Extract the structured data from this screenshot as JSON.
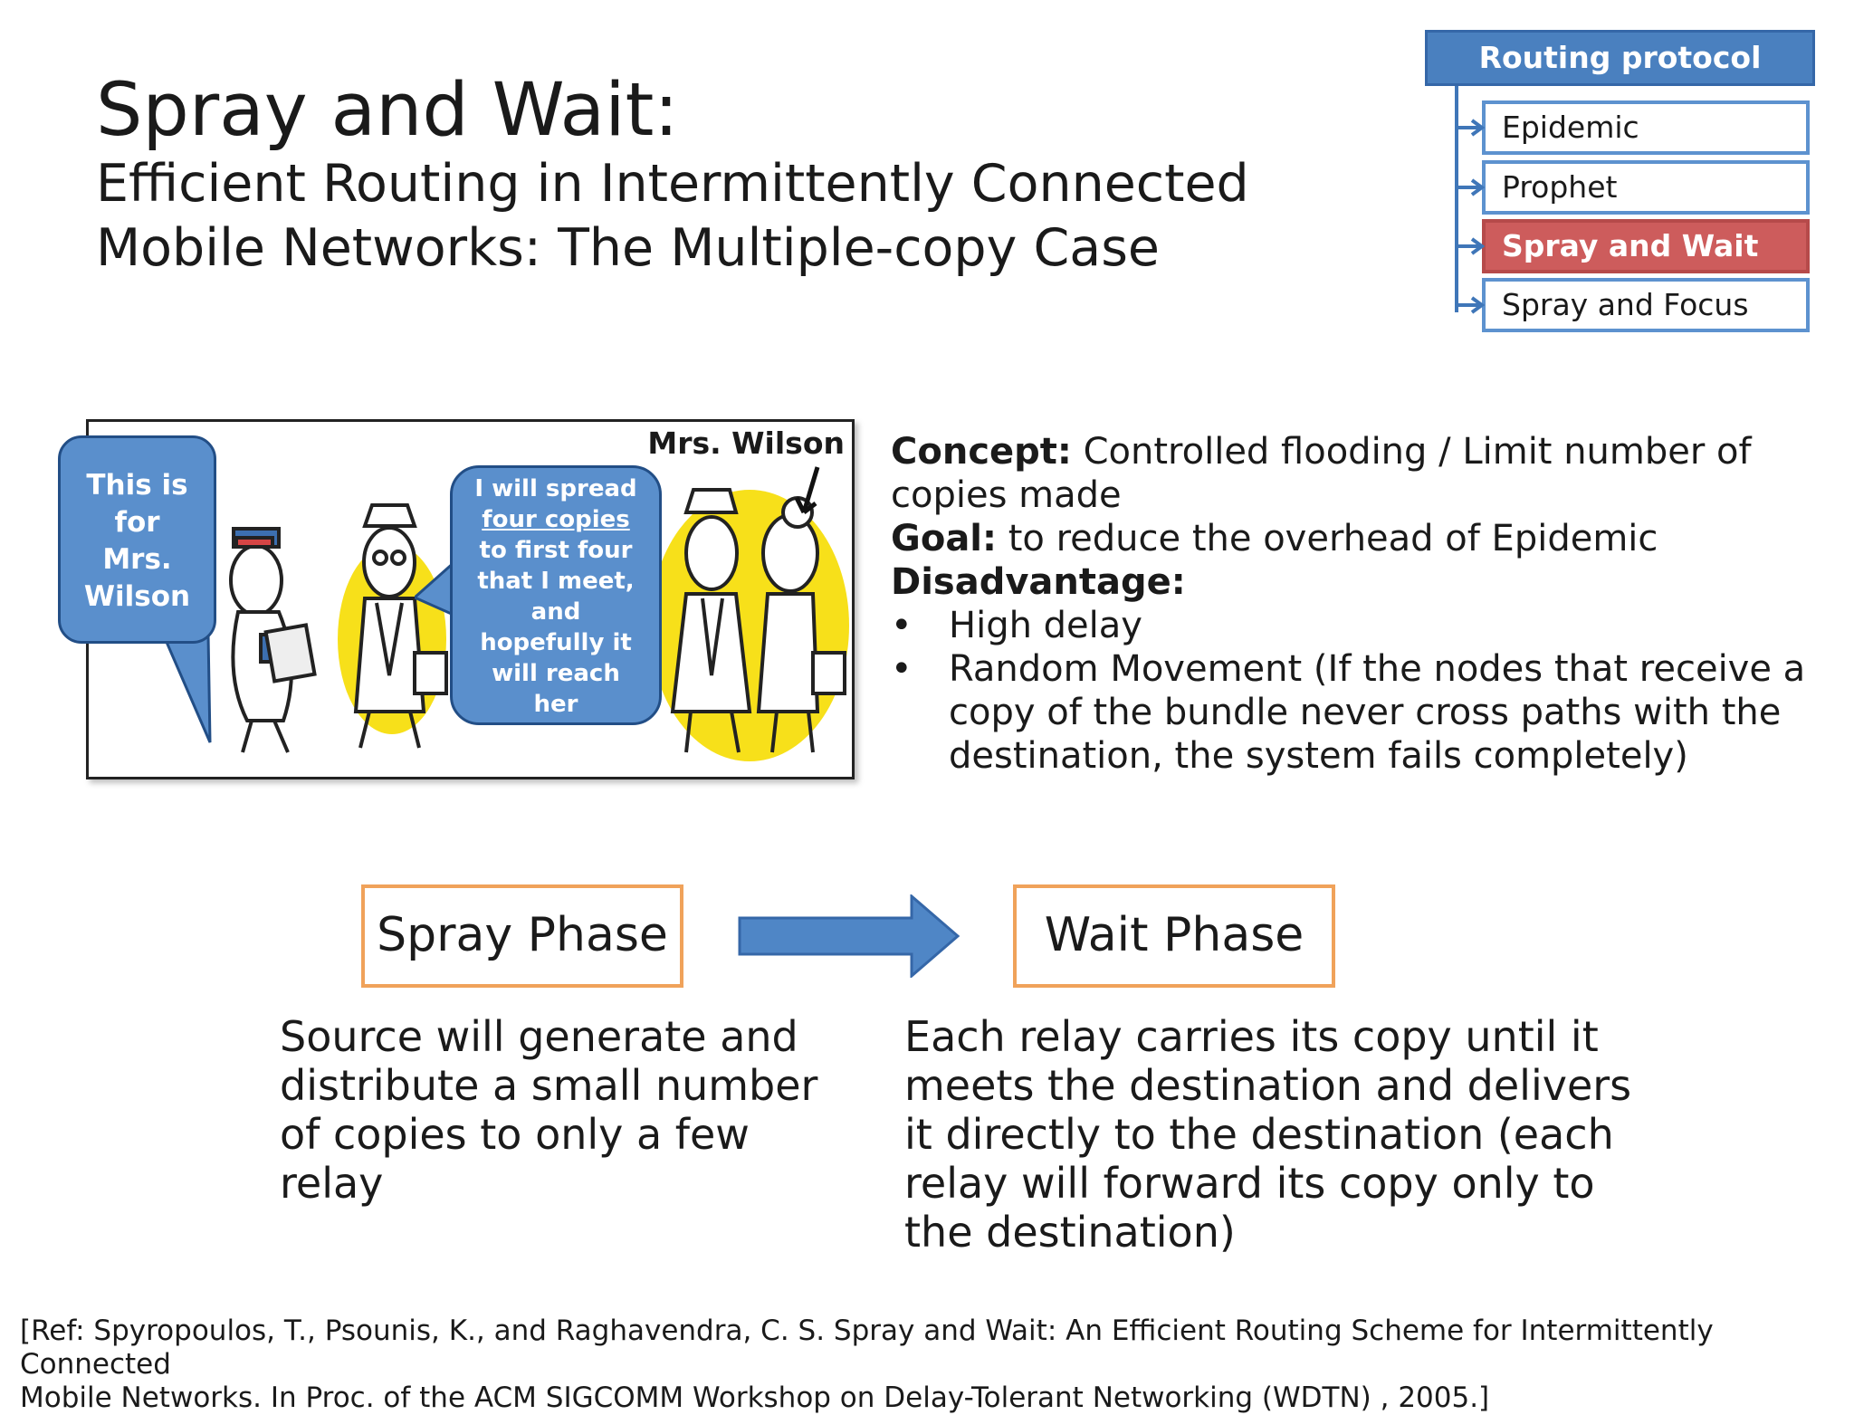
{
  "title": "Spray and Wait:",
  "subtitle_lines": [
    "Efficient Routing in Intermittently  Connected",
    "Mobile Networks: The Multiple-copy Case"
  ],
  "routing": {
    "header": "Routing protocol",
    "items": [
      {
        "label": "Epidemic",
        "active": false
      },
      {
        "label": "Prophet",
        "active": false
      },
      {
        "label": "Spray and Wait",
        "active": true
      },
      {
        "label": "Spray and Focus",
        "active": false
      }
    ],
    "colors": {
      "header": "#4a80bf",
      "active": "#cd5c5c",
      "border": "#5d92cf"
    }
  },
  "comic": {
    "label": "Mrs. Wilson",
    "bubble1_lines": [
      "This is",
      "for",
      "Mrs.",
      "Wilson"
    ],
    "bubble2_lines": [
      "I will spread",
      "four copies",
      "to  first four",
      "that I meet,",
      "and",
      "hopefully it",
      "will reach",
      "her"
    ]
  },
  "concept": {
    "concept_label": "Concept:",
    "concept_text": " Controlled flooding / Limit number of copies made",
    "goal_label": "Goal:",
    "goal_text": " to reduce the overhead of Epidemic",
    "disadvantage_label": "Disadvantage:",
    "bullet_symbol": "•",
    "bullets": [
      "High delay",
      "Random Movement (If the nodes that receive a copy of the bundle never cross paths with the destination, the system fails completely)"
    ]
  },
  "phases": {
    "spray_label": "Spray Phase",
    "wait_label": "Wait Phase",
    "spray_desc_lines": [
      "Source will generate and",
      "distribute a small number",
      "of copies to only a few",
      "relay"
    ],
    "wait_desc_lines": [
      "Each relay carries its copy until it",
      "meets the destination and delivers",
      "it directly to the destination (each",
      "relay will forward its copy only to",
      "the destination)"
    ],
    "box_color": "#f0a25a",
    "arrow_color": "#4f86c6"
  },
  "reference_lines": [
    "[Ref: Spyropoulos, T., Psounis, K., and Raghavendra, C. S. Spray and Wait: An Efficient Routing Scheme for Intermittently Connected",
    "Mobile Networks. In Proc. of the ACM SIGCOMM Workshop on Delay-Tolerant Networking (WDTN) , 2005.]"
  ]
}
